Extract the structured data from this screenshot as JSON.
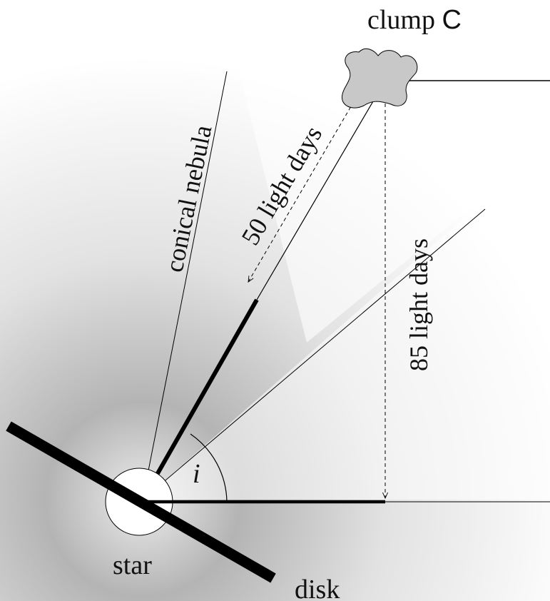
{
  "labels": {
    "clump": "clump ",
    "clump_letter": "C",
    "conical": "conical nebula",
    "dist50": "50 light days",
    "dist85": "85 light days",
    "angle": "i",
    "star": "star",
    "disk": "disk"
  },
  "colors": {
    "ink": "#000000",
    "clump_fill": "#c8c8c8",
    "shade_dark": "#8c8c8c",
    "shade_light": "#ffffff"
  }
}
